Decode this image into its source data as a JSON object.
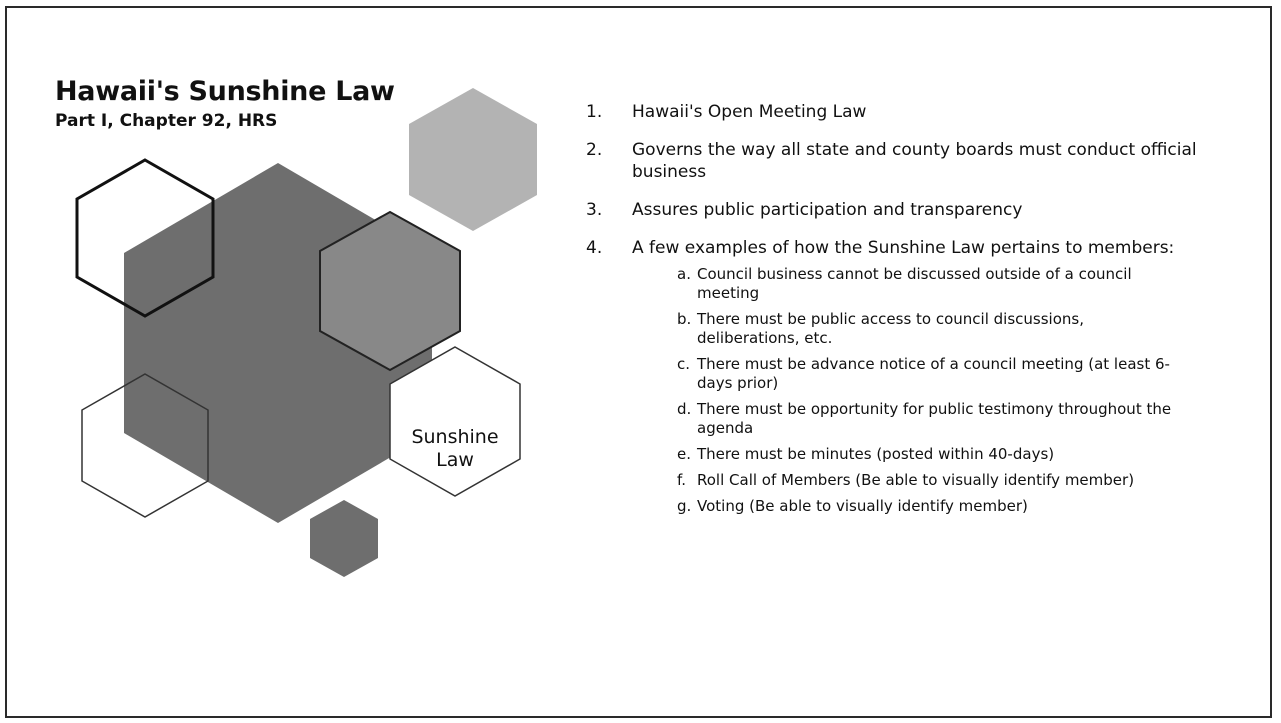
{
  "slide": {
    "title": "Hawaii's Sunshine Law",
    "subtitle": "Part I, Chapter 92, HRS",
    "hex_label_line1": "Sunshine",
    "hex_label_line2": "Law",
    "colors": {
      "dark_gray": "#6e6e6e",
      "medium_gray": "#888888",
      "light_gray": "#b3b3b3",
      "outline": "#111111"
    },
    "list": [
      {
        "num": "1.",
        "text": "Hawaii's Open Meeting Law"
      },
      {
        "num": "2.",
        "text": "Governs the way all state and county boards must conduct official business"
      },
      {
        "num": "3.",
        "text": "Assures public participation and transparency"
      },
      {
        "num": "4.",
        "text": "A few examples of how the Sunshine Law pertains to members:"
      }
    ],
    "sublist": [
      {
        "letter": "a.",
        "text": "Council business cannot be discussed outside of a council meeting"
      },
      {
        "letter": "b.",
        "text": "There must be public access to council discussions, deliberations, etc."
      },
      {
        "letter": "c.",
        "text": "There must be advance notice of a council meeting (at least 6-days prior)"
      },
      {
        "letter": "d.",
        "text": "There must be opportunity for public testimony throughout the agenda"
      },
      {
        "letter": "e.",
        "text": "There must be minutes (posted within 40-days)"
      },
      {
        "letter": "f.",
        "text": "Roll Call of Members (Be able to visually identify member)"
      },
      {
        "letter": "g.",
        "text": "Voting (Be able to visually identify member)"
      }
    ]
  }
}
